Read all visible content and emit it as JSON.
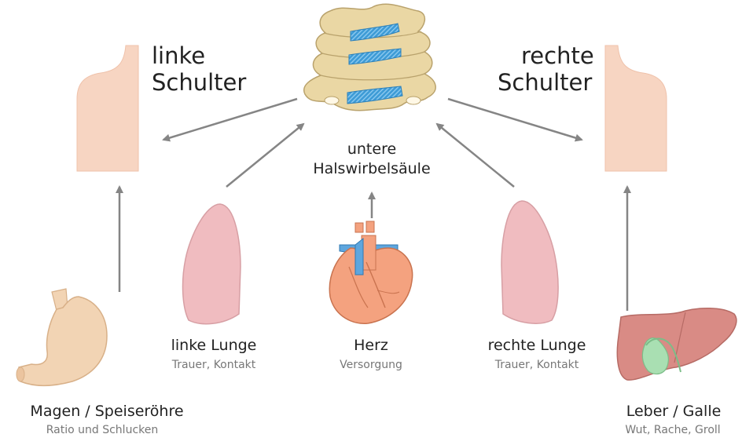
{
  "diagram": {
    "left_shoulder": {
      "line1": "linke",
      "line2": "Schulter"
    },
    "right_shoulder": {
      "line1": "rechte",
      "line2": "Schulter"
    },
    "spine": {
      "line1": "untere",
      "line2": "Halswirbelsäule"
    },
    "organs": {
      "left_lung": {
        "title": "linke Lunge",
        "subtitle": "Trauer, Kontakt"
      },
      "heart": {
        "title": "Herz",
        "subtitle": "Versorgung"
      },
      "right_lung": {
        "title": "rechte Lunge",
        "subtitle": "Trauer, Kontakt"
      },
      "stomach": {
        "title": "Magen / Speiseröhre",
        "subtitle": "Ratio und Schlucken"
      },
      "liver": {
        "title": "Leber / Galle",
        "subtitle": "Wut, Rache, Groll"
      }
    }
  },
  "colors": {
    "arrow": "#858585",
    "skin": "#f7d5c2",
    "lung": "#f0bcc0",
    "spine_bone": "#ead7a4",
    "disc": "#3d9bd6",
    "heart": "#f4a27f",
    "vessel_blue": "#5ea6de",
    "liver": "#d98b85",
    "gallbladder": "#a9dfb2",
    "stomach": "#f2d4b4"
  }
}
